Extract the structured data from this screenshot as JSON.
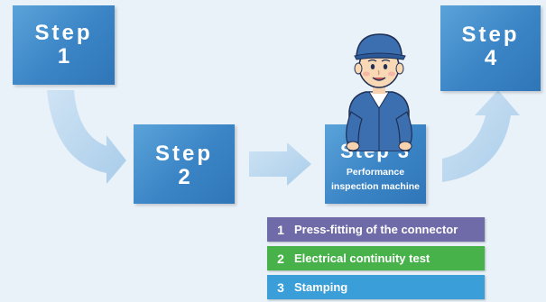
{
  "steps": [
    {
      "word": "Step",
      "number": "1"
    },
    {
      "word": "Step",
      "number": "2"
    },
    {
      "word": "Step 3",
      "subtitle_line1": "Performance",
      "subtitle_line2": "inspection machine"
    },
    {
      "word": "Step",
      "number": "4"
    }
  ],
  "processes": [
    {
      "number": "1",
      "label": "Press-fitting of the connector",
      "color": "#6f6aa8"
    },
    {
      "number": "2",
      "label": "Electrical continuity test",
      "color": "#47b24a"
    },
    {
      "number": "3",
      "label": "Stamping",
      "color": "#3a9fd8"
    }
  ],
  "colors": {
    "background": "#e9f1f9",
    "step_box": "#3a84c6",
    "arrow": "#b9d6ef"
  },
  "icons": {
    "worker": "worker-illustration"
  }
}
